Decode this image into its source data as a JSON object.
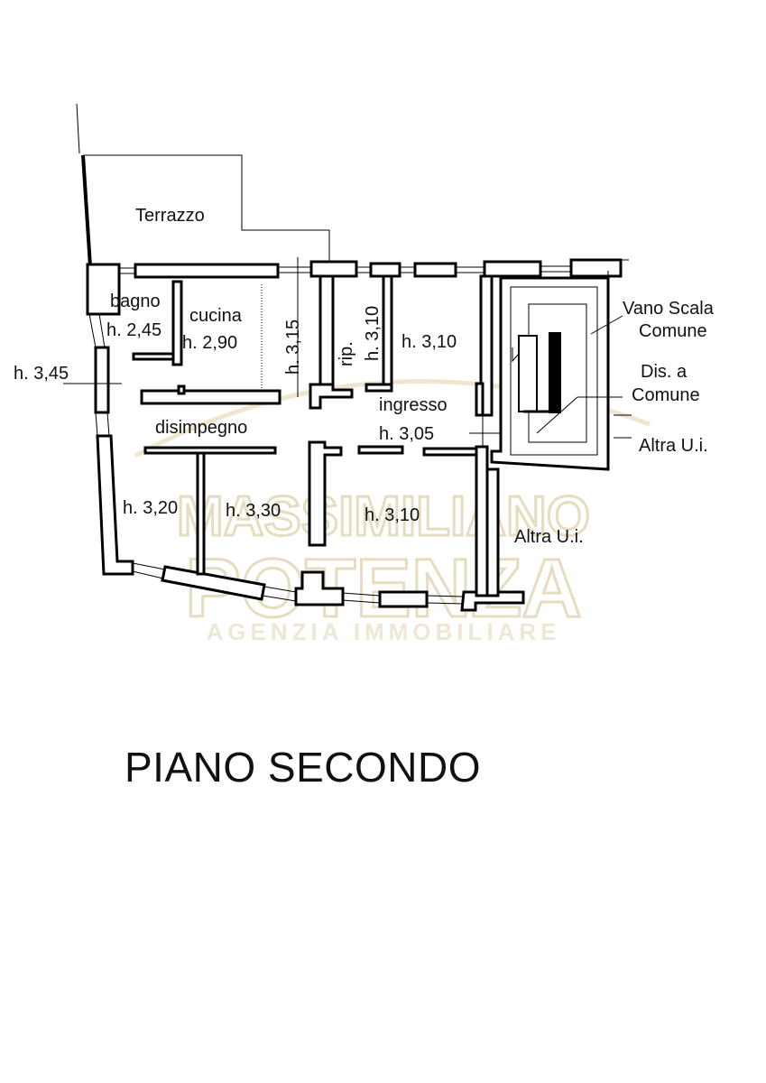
{
  "plan": {
    "title": "PIANO SECONDO",
    "rooms": {
      "terrazzo": "Terrazzo",
      "bagno": "bagno",
      "bagno_h": "h. 2,45",
      "cucina": "cucina",
      "cucina_h": "h. 2,90",
      "h315": "h. 3,15",
      "rip": "rip.",
      "rip_h": "h. 3,10",
      "room_310_top": "h. 3,10",
      "h345": "h. 3,45",
      "ingresso": "ingresso",
      "ingresso_h": "h. 3,05",
      "disimpegno": "disimpegno",
      "room_320": "h. 3,20",
      "room_330": "h. 3,30",
      "room_310_bottom": "h. 3,10",
      "altra_ui_right": "Altra U.i.",
      "altra_ui_bottom": "Altra U.i."
    },
    "labels": {
      "vano_scala_1": "Vano Scala",
      "vano_scala_2": "Comune",
      "dis_1": "Dis. a",
      "dis_2": "Comune"
    }
  },
  "watermark": {
    "line1": "MASSIMILIANO",
    "line2": "POTENZA",
    "line3": "AGENZIA IMMOBILIARE",
    "color": "#e6dcc0"
  }
}
